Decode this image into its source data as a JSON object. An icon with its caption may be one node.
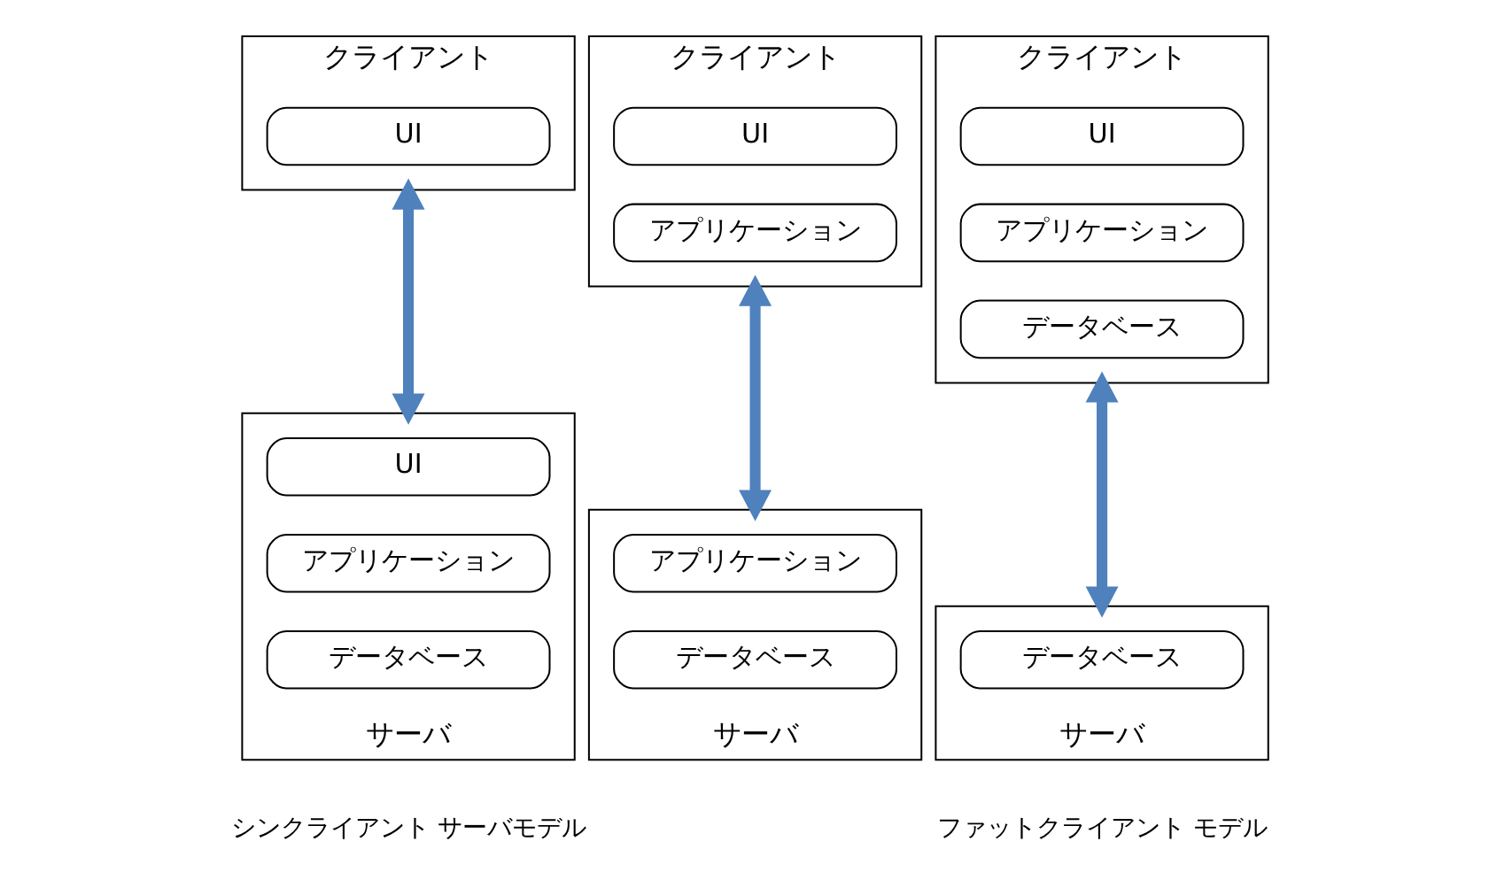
{
  "diagram": {
    "nodes": [
      {
        "text": [
          "クライアント"
        ]
      },
      {
        "text": [
          "UI"
        ],
        "in": 0
      },
      {
        "text": [
          "サーバ"
        ]
      },
      {
        "text": [
          "UI"
        ],
        "in": 2
      },
      {
        "text": [
          "アプリケーション"
        ],
        "in": 2
      },
      {
        "text": [
          "データベース"
        ],
        "in": 2
      },
      {
        "text": [
          "クライアント"
        ]
      },
      {
        "text": [
          "UI"
        ],
        "in": 6
      },
      {
        "text": [
          "アプリケーション"
        ],
        "in": 6
      },
      {
        "text": [
          "サーバ"
        ]
      },
      {
        "text": [
          "アプリケーション"
        ],
        "in": 9
      },
      {
        "text": [
          "データベース"
        ],
        "in": 9
      },
      {
        "text": [
          "クライアント"
        ]
      },
      {
        "text": [
          "UI"
        ],
        "in": 12
      },
      {
        "text": [
          "アプリケーション"
        ],
        "in": 12
      },
      {
        "text": [
          "データベース"
        ],
        "in": 12
      },
      {
        "text": [
          "サーバ"
        ]
      },
      {
        "text": [
          "データベース"
        ],
        "in": 16
      }
    ],
    "edges": [
      {
        "from": 0,
        "to": 2,
        "arrow": "both"
      },
      {
        "from": 6,
        "to": 9,
        "arrow": "both"
      },
      {
        "from": 12,
        "to": 16,
        "arrow": "both"
      }
    ],
    "labels": [
      "シンクライアント サーバモデル",
      "ファットクライアント モデル"
    ]
  }
}
